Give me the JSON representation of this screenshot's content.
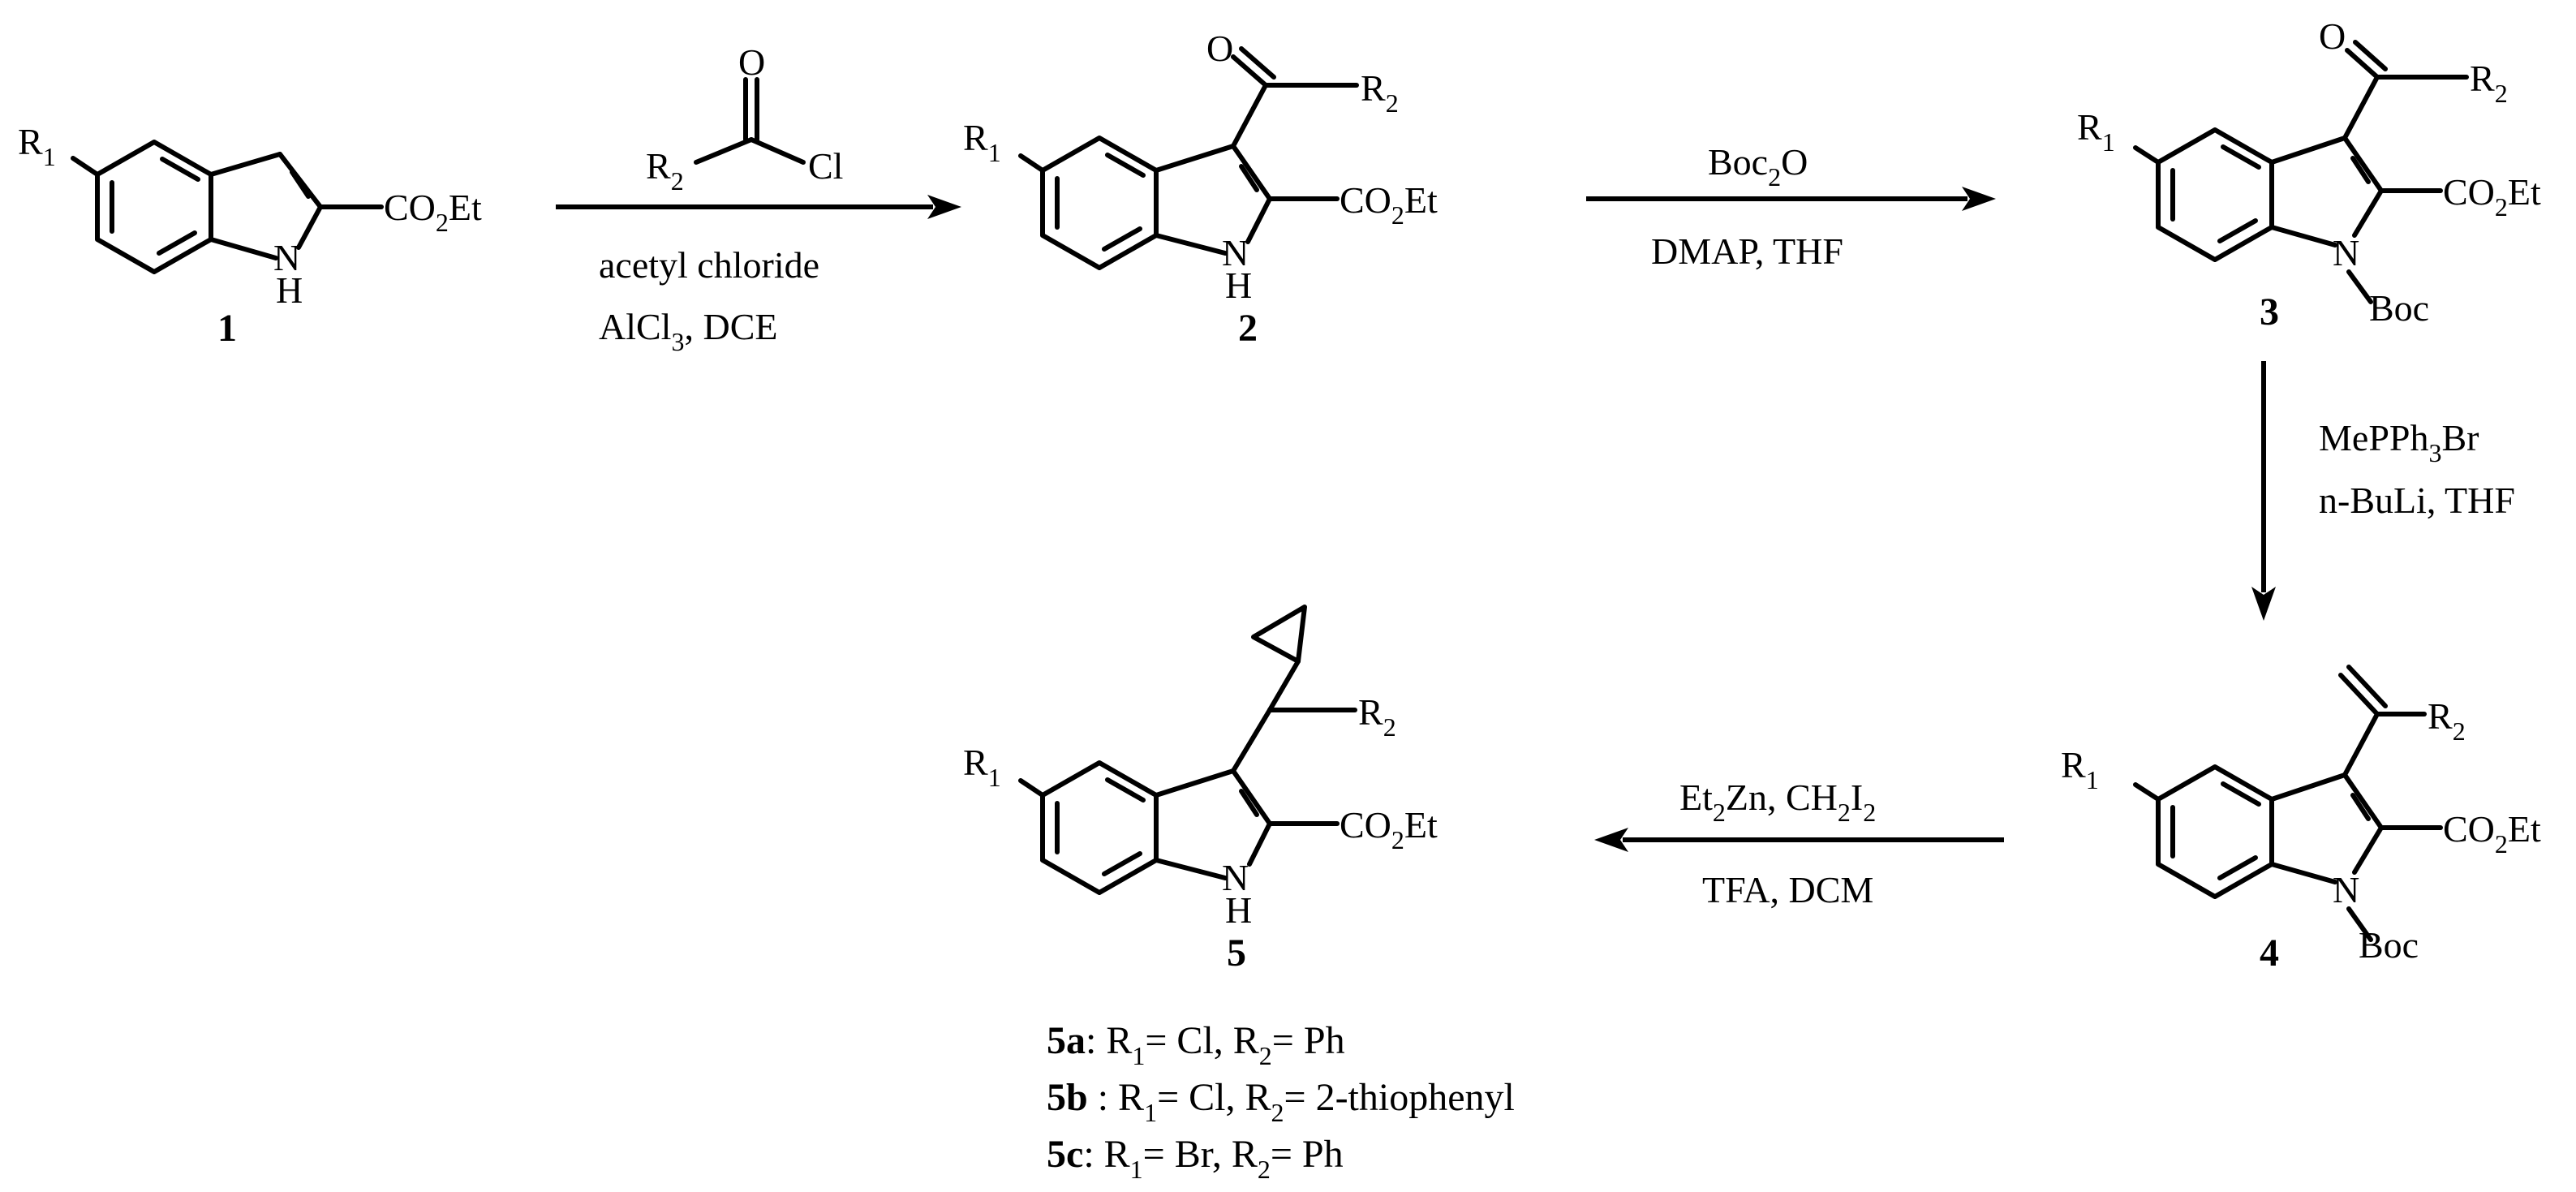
{
  "compounds": {
    "c1": {
      "number": "1",
      "r1": "R",
      "r1_sub": "1",
      "ester": "CO",
      "ester_sub": "2",
      "ester_tail": "Et",
      "nh_n": "N",
      "nh_h": "H"
    },
    "c2": {
      "number": "2",
      "r1": "R",
      "r1_sub": "1",
      "r2": "R",
      "r2_sub": "2",
      "o": "O",
      "ester": "CO",
      "ester_sub": "2",
      "ester_tail": "Et",
      "nh_n": "N",
      "nh_h": "H"
    },
    "c3": {
      "number": "3",
      "r1": "R",
      "r1_sub": "1",
      "r2": "R",
      "r2_sub": "2",
      "o": "O",
      "ester": "CO",
      "ester_sub": "2",
      "ester_tail": "Et",
      "n": "N",
      "boc": "Boc"
    },
    "c4": {
      "number": "4",
      "r1": "R",
      "r1_sub": "1",
      "r2": "R",
      "r2_sub": "2",
      "ester": "CO",
      "ester_sub": "2",
      "ester_tail": "Et",
      "n": "N",
      "boc": "Boc"
    },
    "c5": {
      "number": "5",
      "r1": "R",
      "r1_sub": "1",
      "r2": "R",
      "r2_sub": "2",
      "ester": "CO",
      "ester_sub": "2",
      "ester_tail": "Et",
      "nh_n": "N",
      "nh_h": "H"
    }
  },
  "reagent_acyl": {
    "o": "O",
    "r2": "R",
    "r2_sub": "2",
    "cl": "Cl"
  },
  "step1": {
    "line1": "acetyl chloride",
    "line2_a": "AlCl",
    "line2_sub": "3",
    "line2_b": ", DCE"
  },
  "step2": {
    "top_a": "Boc",
    "top_sub": "2",
    "top_b": "O",
    "bottom": "DMAP, THF"
  },
  "step3": {
    "line1_a": "MePPh",
    "line1_sub": "3",
    "line1_b": "Br",
    "line2": "n-BuLi, THF"
  },
  "step4": {
    "top_a": "Et",
    "top_sub1": "2",
    "top_b": "Zn, CH",
    "top_sub2": "2",
    "top_c": "I",
    "top_sub3": "2",
    "bottom": "TFA, DCM"
  },
  "legend": [
    {
      "key": "5a",
      "colon": ":",
      "r1": " R",
      "r1_sub": "1",
      "r1_val": "= Cl, R",
      "r2_sub": "2",
      "r2_val": "= Ph"
    },
    {
      "key": "5b",
      "colon": " :",
      "r1": " R",
      "r1_sub": "1",
      "r1_val": "= Cl, R",
      "r2_sub": "2",
      "r2_val": "= 2-thiophenyl"
    },
    {
      "key": "5c",
      "colon": ":",
      "r1": " R",
      "r1_sub": "1",
      "r1_val": "= Br, R",
      "r2_sub": "2",
      "r2_val": "= Ph"
    }
  ]
}
